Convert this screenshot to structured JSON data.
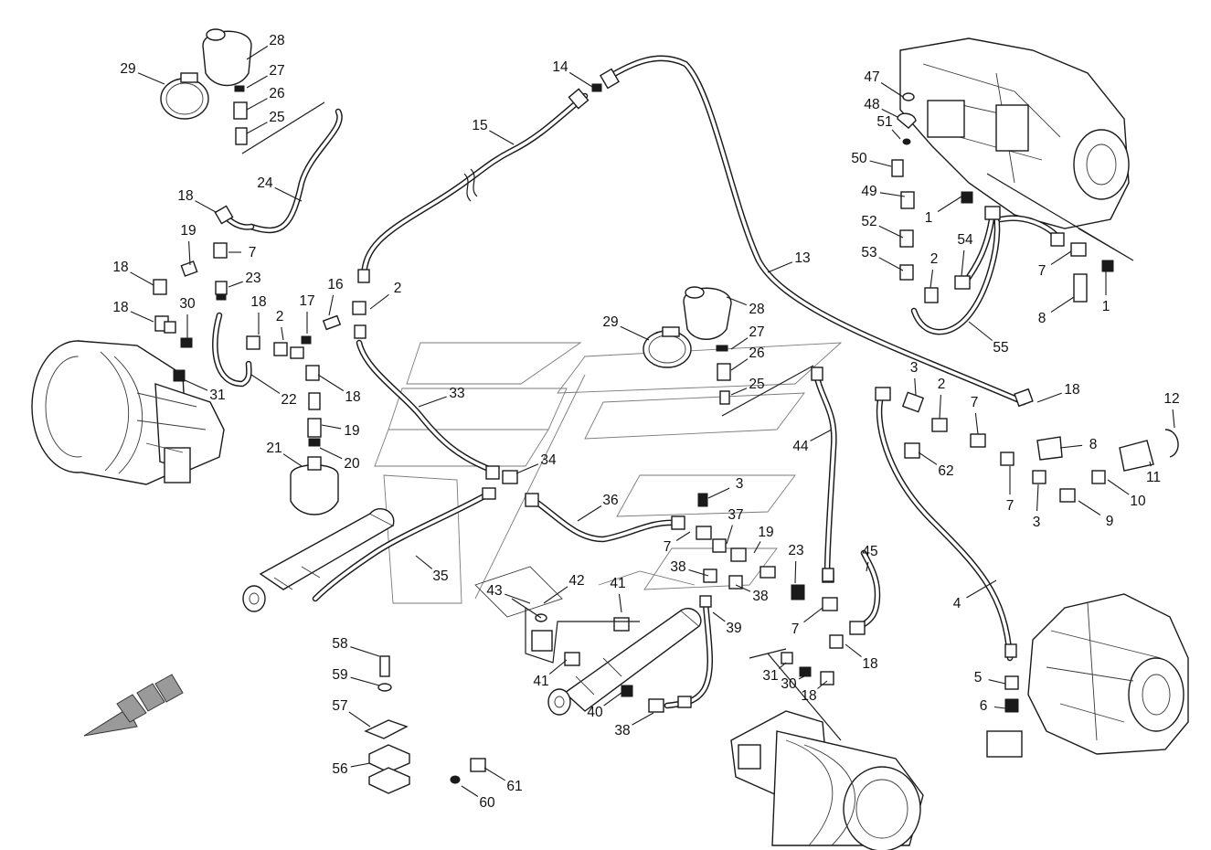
{
  "labels": [
    {
      "text": "28"
    },
    {
      "text": "29"
    },
    {
      "text": "27"
    },
    {
      "text": "26"
    },
    {
      "text": "25"
    },
    {
      "text": "24"
    },
    {
      "text": "18"
    },
    {
      "text": "19"
    },
    {
      "text": "7"
    },
    {
      "text": "18"
    },
    {
      "text": "23"
    },
    {
      "text": "18"
    },
    {
      "text": "30"
    },
    {
      "text": "31"
    },
    {
      "text": "22"
    },
    {
      "text": "18"
    },
    {
      "text": "2"
    },
    {
      "text": "17"
    },
    {
      "text": "16"
    },
    {
      "text": "2"
    },
    {
      "text": "18"
    },
    {
      "text": "19"
    },
    {
      "text": "20"
    },
    {
      "text": "21"
    },
    {
      "text": "14"
    },
    {
      "text": "15"
    },
    {
      "text": "13"
    },
    {
      "text": "33"
    },
    {
      "text": "34"
    },
    {
      "text": "35"
    },
    {
      "text": "36"
    },
    {
      "text": "29"
    },
    {
      "text": "28"
    },
    {
      "text": "27"
    },
    {
      "text": "26"
    },
    {
      "text": "25"
    },
    {
      "text": "44"
    },
    {
      "text": "3"
    },
    {
      "text": "7"
    },
    {
      "text": "37"
    },
    {
      "text": "19"
    },
    {
      "text": "23"
    },
    {
      "text": "38"
    },
    {
      "text": "38"
    },
    {
      "text": "39"
    },
    {
      "text": "7"
    },
    {
      "text": "45"
    },
    {
      "text": "18"
    },
    {
      "text": "31"
    },
    {
      "text": "30"
    },
    {
      "text": "18"
    },
    {
      "text": "42"
    },
    {
      "text": "43"
    },
    {
      "text": "41"
    },
    {
      "text": "41"
    },
    {
      "text": "40"
    },
    {
      "text": "38"
    },
    {
      "text": "58"
    },
    {
      "text": "59"
    },
    {
      "text": "57"
    },
    {
      "text": "56"
    },
    {
      "text": "61"
    },
    {
      "text": "60"
    },
    {
      "text": "47"
    },
    {
      "text": "48"
    },
    {
      "text": "51"
    },
    {
      "text": "50"
    },
    {
      "text": "49"
    },
    {
      "text": "1"
    },
    {
      "text": "52"
    },
    {
      "text": "53"
    },
    {
      "text": "2"
    },
    {
      "text": "54"
    },
    {
      "text": "7"
    },
    {
      "text": "1"
    },
    {
      "text": "8"
    },
    {
      "text": "55"
    },
    {
      "text": "3"
    },
    {
      "text": "2"
    },
    {
      "text": "7"
    },
    {
      "text": "18"
    },
    {
      "text": "12"
    },
    {
      "text": "8"
    },
    {
      "text": "62"
    },
    {
      "text": "7"
    },
    {
      "text": "3"
    },
    {
      "text": "9"
    },
    {
      "text": "10"
    },
    {
      "text": "11"
    },
    {
      "text": "4"
    },
    {
      "text": "5"
    },
    {
      "text": "6"
    }
  ],
  "colors": {
    "stroke": "#1a1a1a",
    "background": "#ffffff",
    "shade": "#9a9a9a"
  }
}
